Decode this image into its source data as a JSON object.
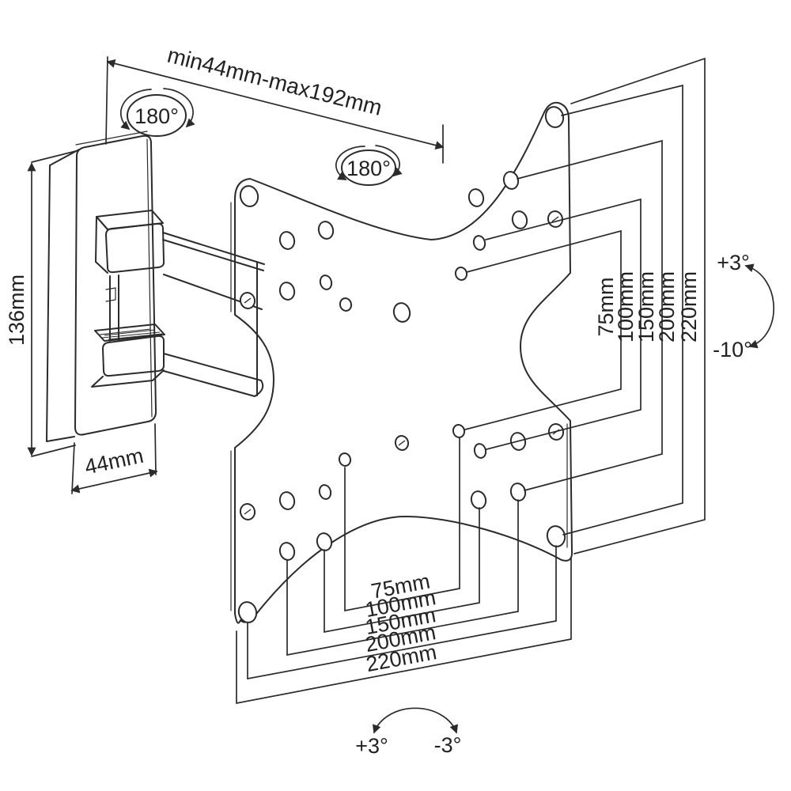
{
  "dims": {
    "arm_extension": "min44mm-max192mm",
    "swivel_left": "180°",
    "swivel_right": "180°",
    "wall_plate_height": "136mm",
    "wall_plate_width": "44mm",
    "vesa_vertical": [
      "75mm",
      "100mm",
      "150mm",
      "200mm",
      "220mm"
    ],
    "vesa_horizontal": [
      "75mm",
      "100mm",
      "150mm",
      "200mm",
      "220mm"
    ],
    "tilt_up": "+3°",
    "tilt_down": "-10°",
    "swivel_plus": "+3°",
    "swivel_minus": "-3°"
  },
  "colors": {
    "line": "#2b2b2b",
    "text": "#222222",
    "background": "#ffffff"
  }
}
